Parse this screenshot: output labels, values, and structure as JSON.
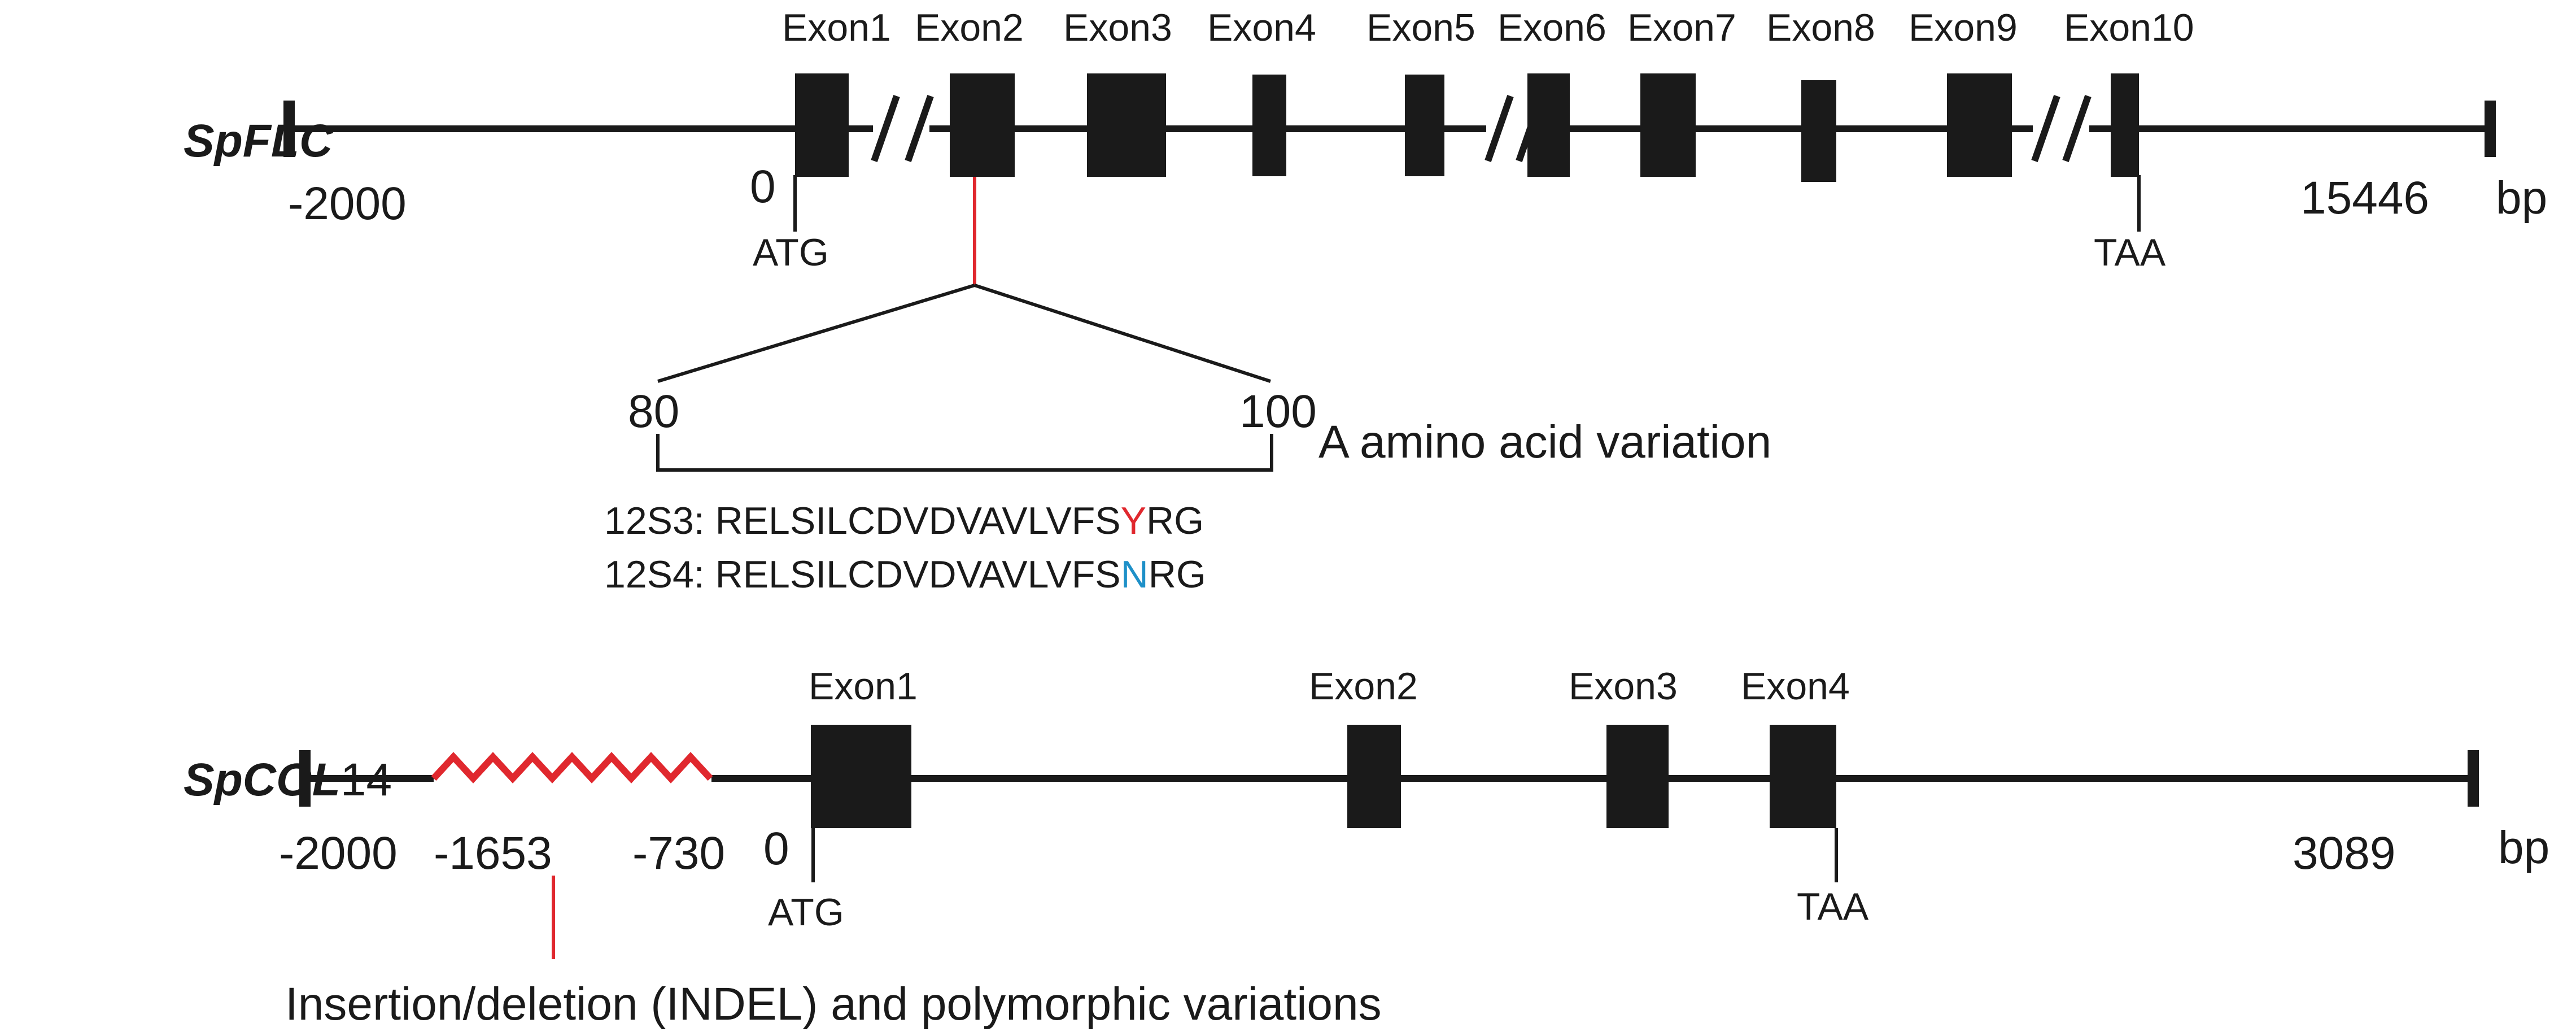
{
  "colors": {
    "ink": "#1a1a1a",
    "variant_line": "#e0282e",
    "residue_12S3": "#e0282e",
    "residue_12S4": "#1e90c8"
  },
  "flc": {
    "gene_name": "SpFLC",
    "exons": [
      "Exon1",
      "Exon2",
      "Exon3",
      "Exon4",
      "Exon5",
      "Exon6",
      "Exon7",
      "Exon8",
      "Exon9",
      "Exon10"
    ],
    "pos_start": "-2000",
    "pos_zero": "0",
    "pos_end": "15446",
    "unit": "bp",
    "start_codon": "ATG",
    "stop_codon": "TAA",
    "zoom_start": "80",
    "zoom_end": "100",
    "variation_label": "A amino acid variation",
    "seq_12S3": {
      "prefix": "12S3: RELSILCDVDVAVLVFS",
      "variant": "Y",
      "suffix": "RG"
    },
    "seq_12S4": {
      "prefix": "12S4: RELSILCDVDVAVLVFS",
      "variant": "N",
      "suffix": "RG"
    }
  },
  "col14": {
    "gene_name_italic": "SpCOL",
    "gene_name_num": "14",
    "exons": [
      "Exon1",
      "Exon2",
      "Exon3",
      "Exon4"
    ],
    "pos_start": "-2000",
    "pos_indel_start": "-1653",
    "pos_indel_end": "-730",
    "pos_zero": "0",
    "pos_end": "3089",
    "unit": "bp",
    "start_codon": "ATG",
    "stop_codon": "TAA",
    "indel_label": "Insertion/deletion (INDEL) and polymorphic variations"
  }
}
